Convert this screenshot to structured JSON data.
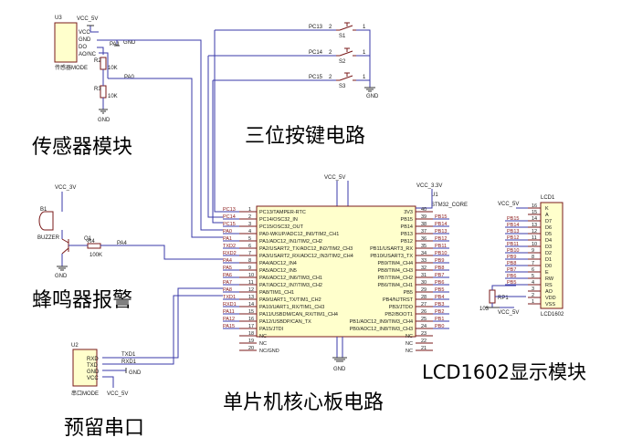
{
  "section_titles": {
    "sensor": "传感器模块",
    "buttons": "三位按键电路",
    "buzzer": "蜂鸣器报警",
    "core": "单片机核心板电路",
    "lcd": "LCD1602显示模块",
    "uart": "预留串口"
  },
  "sensor_module": {
    "ref": "U3",
    "vcc_label": "VCC_5V",
    "pins": [
      "VCC",
      "GND",
      "DO",
      "AO/NC"
    ],
    "pin_numbers": [
      "1",
      "2",
      "3",
      "4"
    ],
    "module_label": "传感器MODE",
    "net_pa1": "PA1",
    "net_pa0": "PA0",
    "r2": {
      "ref": "R2",
      "value": "10K"
    },
    "r3": {
      "ref": "R3",
      "value": "10K"
    },
    "gnd": "GND"
  },
  "buttons": {
    "switches": [
      {
        "net": "PC13",
        "ref": "S1"
      },
      {
        "net": "PC14",
        "ref": "S2"
      },
      {
        "net": "PC15",
        "ref": "S3"
      }
    ],
    "pin_a": "2",
    "pin_b": "1",
    "gnd": "GND"
  },
  "buzzer": {
    "ref": "B1",
    "name": "BUZZER",
    "vcc_label": "VCC_3V",
    "transistor": "Q1",
    "r4": {
      "ref": "R4",
      "value": "100K"
    },
    "net": "PA4",
    "gnd": "GND"
  },
  "uart": {
    "ref": "U2",
    "pins": [
      "RXD",
      "TXD",
      "GND",
      "VCC"
    ],
    "nets": [
      "TXD1",
      "RXD1"
    ],
    "module_label": "串口MODE",
    "vcc_label": "VCC_5V",
    "gnd": "GND"
  },
  "core": {
    "ref": "U1",
    "name": "STM32_CORE",
    "vcc_top": "VCC_5V",
    "vcc_right": "VCC_3.3V",
    "gnd": "GND",
    "left_pins": [
      {
        "num": "1",
        "label": "PC13/TAMPER-RTC",
        "net": "PC13"
      },
      {
        "num": "2",
        "label": "PC14/OSC32_IN",
        "net": "PC14"
      },
      {
        "num": "3",
        "label": "PC15/OSC32_OUT",
        "net": "PC15"
      },
      {
        "num": "4",
        "label": "PA0-WKUP/ADC12_IN0/TIM2_CH1",
        "net": "PA0"
      },
      {
        "num": "5",
        "label": "PA1/ADC12_IN1/TIM2_CH2",
        "net": "PA1"
      },
      {
        "num": "6",
        "label": "PA2/USART2_TX/ADC12_IN2/TIM2_CH3",
        "net": "TXD2"
      },
      {
        "num": "7",
        "label": "PA3/USART2_RX/ADC12_IN3/TIM2_CH4",
        "net": "RXD2"
      },
      {
        "num": "8",
        "label": "PA4/ADC12_IN4",
        "net": "PA4"
      },
      {
        "num": "9",
        "label": "PA5/ADC12_IN5",
        "net": "PA5"
      },
      {
        "num": "10",
        "label": "PA6/ADC12_IN6/TIM3_CH1",
        "net": "PA6"
      },
      {
        "num": "11",
        "label": "PA7/ADC12_IN7/TIM3_CH2",
        "net": "PA7"
      },
      {
        "num": "12",
        "label": "PA8/TIM1_CH1",
        "net": "PA8"
      },
      {
        "num": "13",
        "label": "PA9/UART1_TX/TIM1_CH2",
        "net": "TXD1"
      },
      {
        "num": "14",
        "label": "PA10/UART1_RX/TIM1_CH3",
        "net": "RXD1"
      },
      {
        "num": "15",
        "label": "PA11/USBDM/CAN_RX/TIM1_CH4",
        "net": "PA11"
      },
      {
        "num": "16",
        "label": "PA12/USBDP/CAN_TX",
        "net": "PA12"
      },
      {
        "num": "17",
        "label": "PA15/JTDI",
        "net": "PA15"
      },
      {
        "num": "18",
        "label": "NC",
        "net": ""
      },
      {
        "num": "19",
        "label": "NC",
        "net": ""
      },
      {
        "num": "20",
        "label": "NC/GND",
        "net": ""
      }
    ],
    "right_pins": [
      {
        "num": "40",
        "label": "3V3",
        "net": ""
      },
      {
        "num": "39",
        "label": "PB15",
        "net": "PB15"
      },
      {
        "num": "38",
        "label": "PB14",
        "net": "PB14"
      },
      {
        "num": "37",
        "label": "PB13",
        "net": "PB13"
      },
      {
        "num": "36",
        "label": "PB12",
        "net": "PB12"
      },
      {
        "num": "35",
        "label": "PB11/USART3_RX",
        "net": "PB11"
      },
      {
        "num": "34",
        "label": "PB10/USART3_TX",
        "net": "PB10"
      },
      {
        "num": "33",
        "label": "PB9/TIM4_CH4",
        "net": "PB9"
      },
      {
        "num": "32",
        "label": "PB8/TIM4_CH3",
        "net": "PB8"
      },
      {
        "num": "31",
        "label": "PB7/TIM4_CH2",
        "net": "PB7"
      },
      {
        "num": "30",
        "label": "PB6/TIM4_CH1",
        "net": "PB6"
      },
      {
        "num": "29",
        "label": "PB5",
        "net": "PB5"
      },
      {
        "num": "28",
        "label": "PB4/NJTRST",
        "net": "PB4"
      },
      {
        "num": "27",
        "label": "PB3/JTDO",
        "net": "PB3"
      },
      {
        "num": "26",
        "label": "PB2/BOOT1",
        "net": "PB2"
      },
      {
        "num": "25",
        "label": "PB1/ADC12_IN9/TIM3_CH4",
        "net": "PB1"
      },
      {
        "num": "24",
        "label": "PB0/ADC12_IN8/TIM3_CH3",
        "net": "PB0"
      },
      {
        "num": "23",
        "label": "NC",
        "net": ""
      },
      {
        "num": "22",
        "label": "NC",
        "net": ""
      },
      {
        "num": "21",
        "label": "NC",
        "net": ""
      }
    ]
  },
  "lcd": {
    "ref": "LCD1",
    "name": "LCD1602",
    "vcc_label": "VCC_5V",
    "pot": "RP1",
    "pot_value": "103",
    "pins": [
      {
        "num": "16",
        "label": "K",
        "net": ""
      },
      {
        "num": "15",
        "label": "A",
        "net": ""
      },
      {
        "num": "14",
        "label": "D7",
        "net": "PB15"
      },
      {
        "num": "13",
        "label": "D6",
        "net": "PB14"
      },
      {
        "num": "12",
        "label": "D5",
        "net": "PB13"
      },
      {
        "num": "11",
        "label": "D4",
        "net": "PB12"
      },
      {
        "num": "10",
        "label": "D3",
        "net": "PB11"
      },
      {
        "num": "9",
        "label": "D2",
        "net": "PB10"
      },
      {
        "num": "8",
        "label": "D1",
        "net": "PB9"
      },
      {
        "num": "7",
        "label": "D0",
        "net": "PB8"
      },
      {
        "num": "6",
        "label": "E",
        "net": "PB7"
      },
      {
        "num": "5",
        "label": "RW",
        "net": "PB6"
      },
      {
        "num": "4",
        "label": "RS",
        "net": "PB5"
      },
      {
        "num": "3",
        "label": "AO",
        "net": ""
      },
      {
        "num": "2",
        "label": "VDD",
        "net": ""
      },
      {
        "num": "1",
        "label": "VSS",
        "net": ""
      }
    ]
  }
}
